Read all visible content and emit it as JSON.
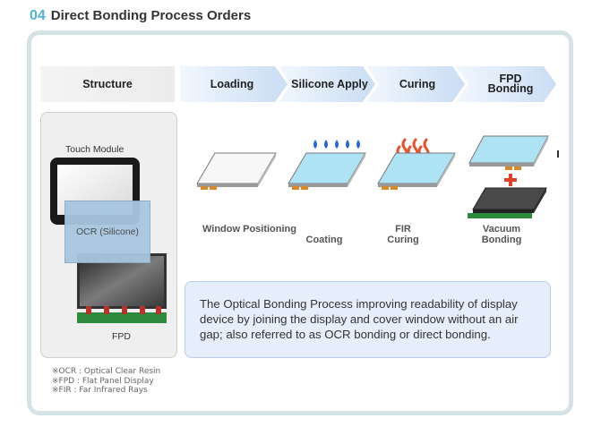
{
  "header": {
    "number": "04",
    "title": "Direct Bonding Process Orders"
  },
  "steps": [
    {
      "label": "Structure"
    },
    {
      "label": "Loading"
    },
    {
      "label": "Silicone Apply"
    },
    {
      "label": "Curing"
    },
    {
      "label": "FPD Bonding"
    }
  ],
  "structure": {
    "touch_module_label": "Touch Module",
    "ocr_label": "OCR (Silicone)",
    "fpd_label": "FPD"
  },
  "stages": [
    {
      "caption": "Window Positioning"
    },
    {
      "caption": "Coating"
    },
    {
      "caption": "FIR Curing"
    },
    {
      "caption": "Vacuum Bonding"
    }
  ],
  "description": "The Optical Bonding Process improving readability of display device by joining the display and cover window without an air gap; also referred to as OCR bonding or direct bonding.",
  "legend": [
    "※OCR : Optical Clear Resin",
    "※FPD  : Flat Panel Display",
    "※FIR   : Far Infrared Rays"
  ],
  "colors": {
    "accent": "#4fb2d6",
    "step_fill": "#cfe0f5",
    "ocr": "#a8c6e0",
    "flame": "#e8532b",
    "drop": "#2a63d8",
    "plus": "#e2402a"
  }
}
